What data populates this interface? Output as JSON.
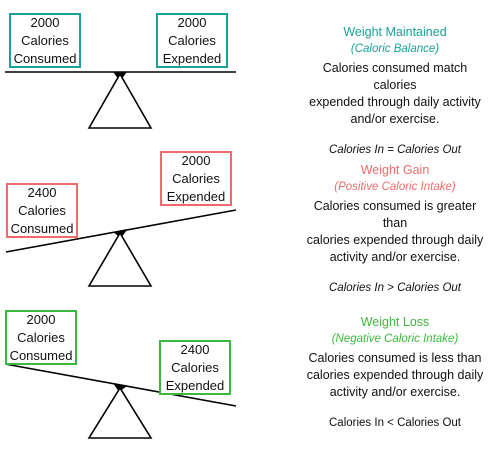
{
  "colors": {
    "maintain": "#1aa199",
    "gain": "#ee6b6b",
    "loss": "#3cb83c"
  },
  "panels": [
    {
      "left_box": [
        "2000",
        "Calories",
        "Consumed"
      ],
      "right_box": [
        "2000",
        "Calories",
        "Expended"
      ],
      "title": "Weight Maintained",
      "subtitle": "(Caloric Balance)",
      "description": [
        "Calories consumed match calories",
        "expended through daily activity",
        "and/or exercise."
      ],
      "equation": "Calories In = Calories Out"
    },
    {
      "left_box": [
        "2400",
        "Calories",
        "Consumed"
      ],
      "right_box": [
        "2000",
        "Calories",
        "Expended"
      ],
      "title": "Weight Gain",
      "subtitle": "(Positive Caloric Intake)",
      "description": [
        "Calories consumed is greater than",
        "calories expended through daily",
        "activity and/or exercise."
      ],
      "equation": "Calories In > Calories Out"
    },
    {
      "left_box": [
        "2000",
        "Calories",
        "Consumed"
      ],
      "right_box": [
        "2400",
        "Calories",
        "Expended"
      ],
      "title": "Weight Loss",
      "subtitle": "(Negative Caloric Intake)",
      "description": [
        "Calories consumed is less than",
        "calories expended through daily",
        "activity and/or exercise."
      ],
      "equation": "Calories In < Calories Out"
    }
  ]
}
